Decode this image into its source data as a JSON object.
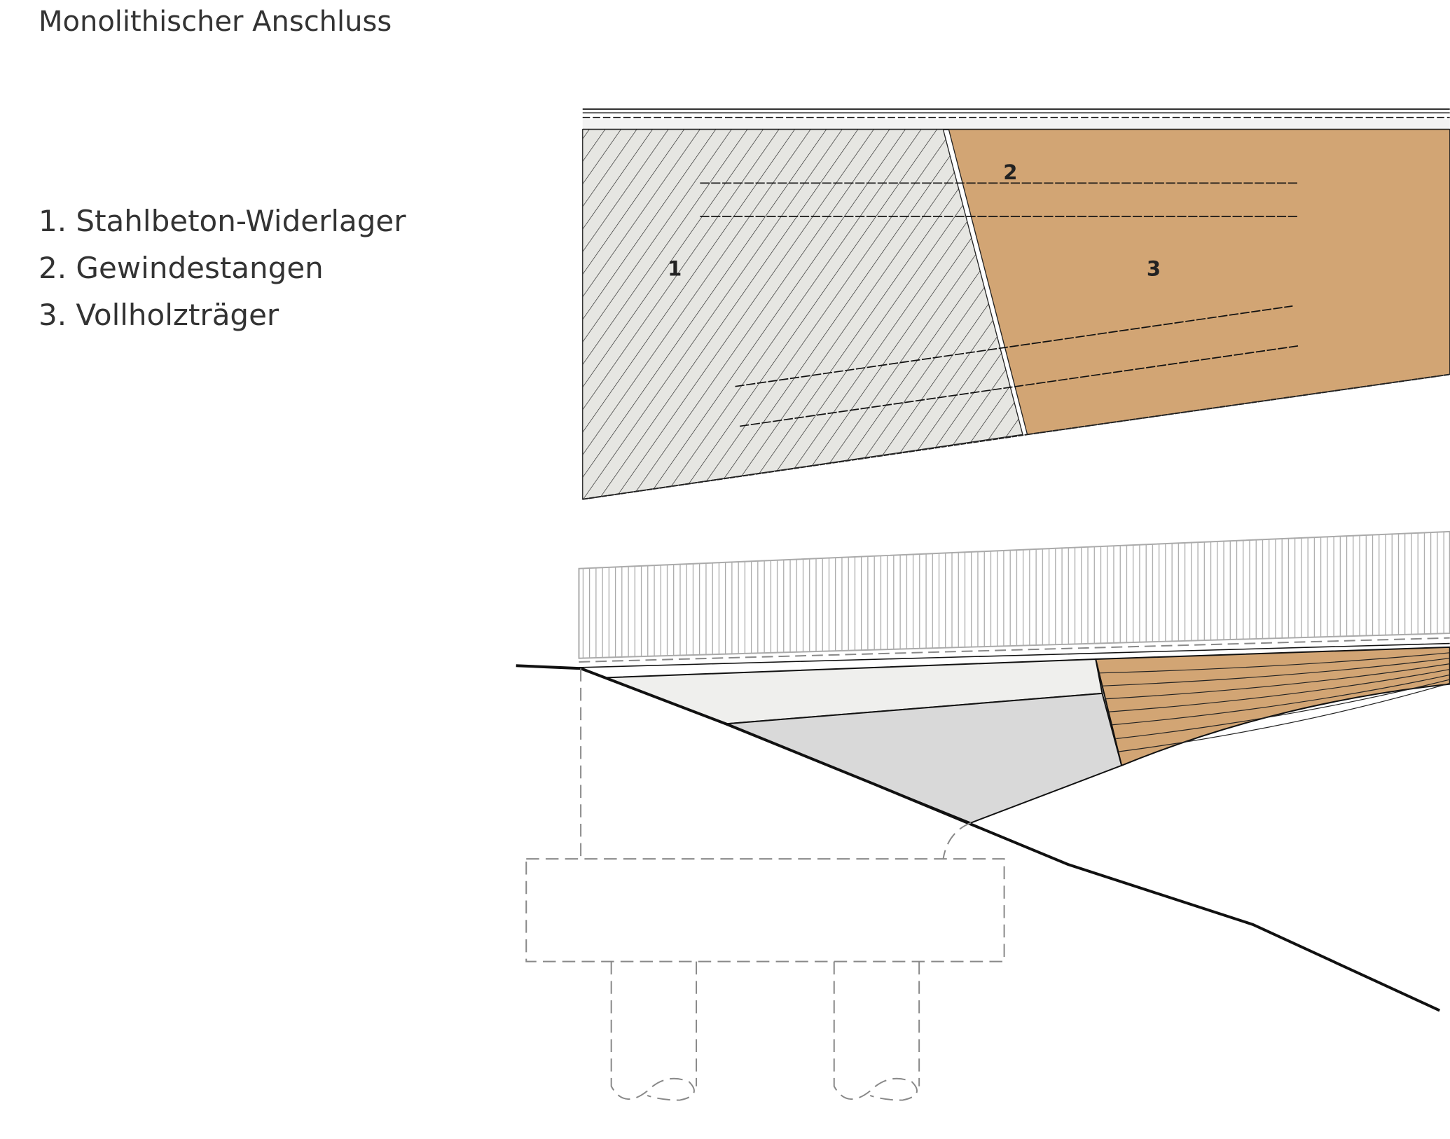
{
  "title": "Monolithischer Anschluss",
  "legend": [
    "1. Stahlbeton-Widerlager",
    "2. Gewindestangen",
    "3. Vollholzträger"
  ],
  "labels": {
    "concrete": "1",
    "rods": "2",
    "timber": "3"
  },
  "colors": {
    "timber": "#d2a574",
    "concrete": "#e6e6e2",
    "concrete_dark": "#d9d9d9",
    "line": "#111111",
    "dash": "#888888"
  }
}
